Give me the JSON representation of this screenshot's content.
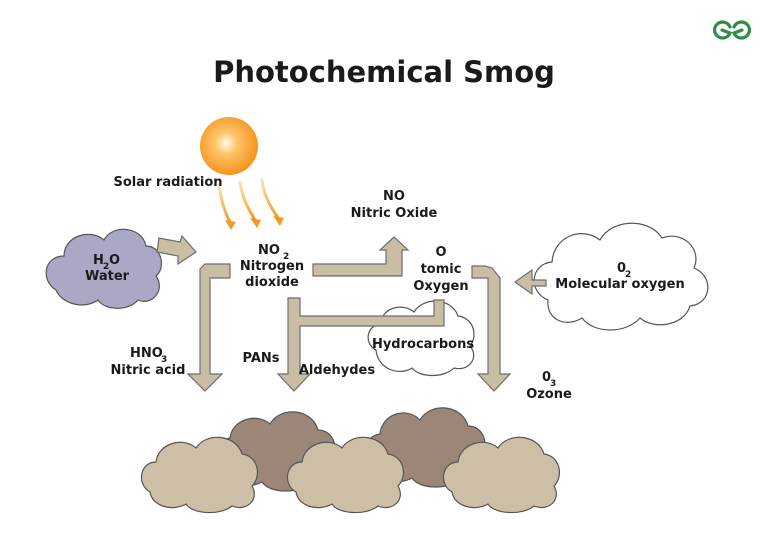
{
  "title": "Photochemical Smog",
  "brand": {
    "icon": "geeksforgeeks-logo",
    "color": "#2f8d46"
  },
  "colors": {
    "arrow": "#c9bda3",
    "water_cloud": "#a9a9c6",
    "smog_light": "#cdbfa5",
    "smog_dark": "#9c8677",
    "sun": "#f7941d"
  },
  "labels": {
    "solar": "Solar radiation",
    "water_formula": "H",
    "water_sub": "2",
    "water_formula_end": "O",
    "water_name": "Water",
    "no2_formula": "NO",
    "no2_sub": "2",
    "no2_line1": "Nitrogen",
    "no2_line2": "dioxide",
    "no_formula": "NO",
    "no_name": "Nitric Oxide",
    "atomic_1": "O",
    "atomic_2": "tomic",
    "atomic_3": "Oxygen",
    "o2_formula": "0",
    "o2_sub": "2",
    "o2_name": "Molecular oxygen",
    "hydrocarbons": "Hydrocarbons",
    "hno3_formula": "HNO",
    "hno3_sub": "3",
    "hno3_name": "Nitric acid",
    "pans": "PANs",
    "aldehydes": "Aldehydes",
    "o3_formula": "0",
    "o3_sub": "3",
    "o3_name": "Ozone"
  }
}
